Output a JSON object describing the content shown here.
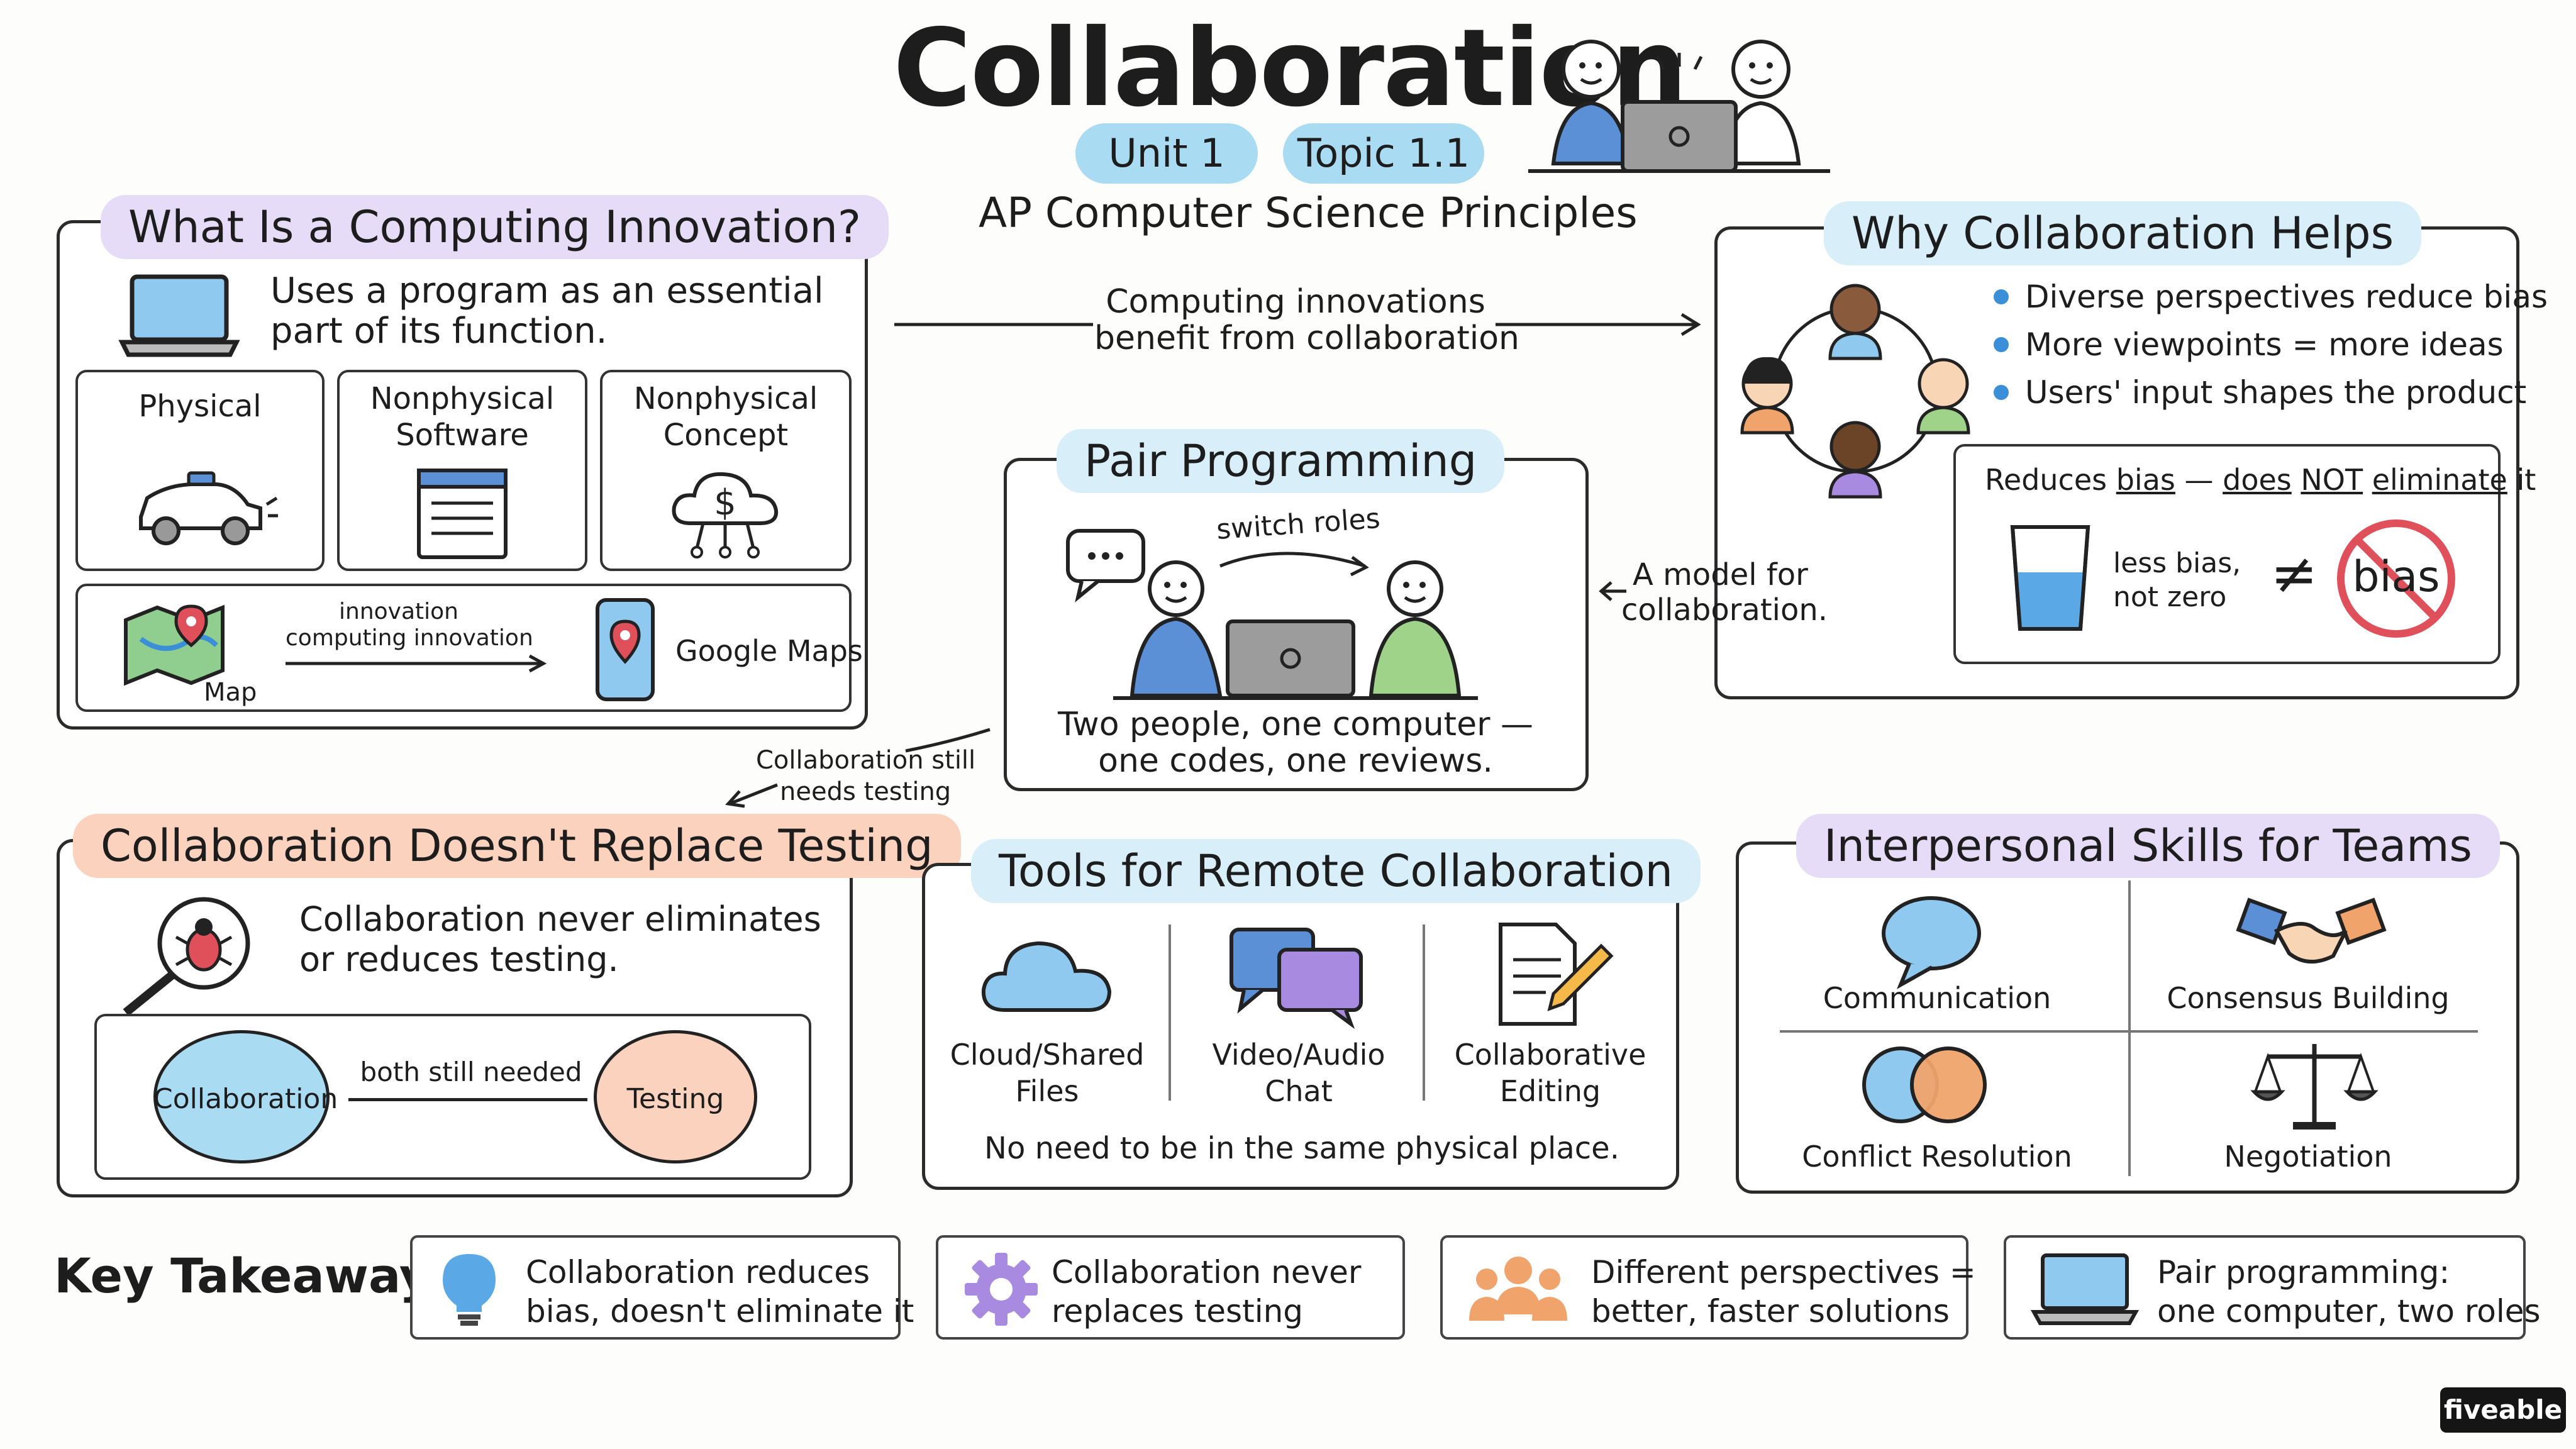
{
  "header": {
    "title": "Collaboration",
    "unit_pill": "Unit 1",
    "topic_pill": "Topic 1.1",
    "course": "AP Computer Science Principles"
  },
  "innovation": {
    "title": "What Is a Computing Innovation?",
    "definition_line1": "Uses a program as an essential",
    "definition_line2": "part of its function.",
    "types": [
      {
        "line1": "Physical",
        "line2": ""
      },
      {
        "line1": "Nonphysical",
        "line2": "Software"
      },
      {
        "line1": "Nonphysical",
        "line2": "Concept"
      }
    ],
    "example": {
      "from_label": "Map",
      "arrow_top": "innovation",
      "arrow_bottom": "computing innovation",
      "to_label": "Google Maps"
    }
  },
  "connector_top": {
    "line1": "Computing innovations",
    "line2": "benefit from collaboration"
  },
  "why": {
    "title": "Why Collaboration Helps",
    "bullets": [
      "Diverse perspectives reduce bias",
      "More viewpoints = more ideas",
      "Users' input shapes the product"
    ],
    "bias_heading": {
      "w1": "Reduces",
      "w2": "bias",
      "dash": " — ",
      "w3": "does",
      "w4": "NOT",
      "w5": "eliminate",
      "w6": "it"
    },
    "less_bias": {
      "line1": "less bias,",
      "line2": "not zero"
    },
    "not_equal": "≠",
    "bias_word": "bias"
  },
  "pair": {
    "title": "Pair Programming",
    "switch_roles": "switch roles",
    "caption_line1": "Two people, one computer —",
    "caption_line2": "one codes, one reviews."
  },
  "model_note": {
    "line1": "A model for",
    "line2": "collaboration."
  },
  "testing_note": {
    "line1": "Collaboration still",
    "line2": "needs testing"
  },
  "testing": {
    "title": "Collaboration Doesn't Replace Testing",
    "text_line1": "Collaboration never eliminates",
    "text_line2": "or reduces testing.",
    "left_circle": "Collaboration",
    "right_circle": "Testing",
    "link_label": "both still needed"
  },
  "tools": {
    "title": "Tools for Remote Collaboration",
    "items": [
      {
        "line1": "Cloud/Shared",
        "line2": "Files"
      },
      {
        "line1": "Video/Audio",
        "line2": "Chat"
      },
      {
        "line1": "Collaborative",
        "line2": "Editing"
      }
    ],
    "footer": "No need to be in the same physical place."
  },
  "skills": {
    "title": "Interpersonal Skills for Teams",
    "items": [
      "Communication",
      "Consensus Building",
      "Conflict Resolution",
      "Negotiation"
    ]
  },
  "takeaways": {
    "label": "Key Takeaways:",
    "items": [
      {
        "line1": "Collaboration reduces",
        "line2": "bias, doesn't eliminate it"
      },
      {
        "line1": "Collaboration never",
        "line2": "replaces testing"
      },
      {
        "line1": "Different perspectives =",
        "line2": "better, faster solutions"
      },
      {
        "line1": "Pair programming:",
        "line2": "one computer, two roles"
      }
    ]
  },
  "brand": "fiveable",
  "colors": {
    "pill_blue": "#a9dbf2",
    "title_purple": "#e6dcf7",
    "title_blue": "#d8effa",
    "title_orange": "#fbd2bd",
    "accent_blue": "#3a8fd8",
    "accent_orange": "#f0a46b",
    "stop_red": "#e0505a"
  }
}
